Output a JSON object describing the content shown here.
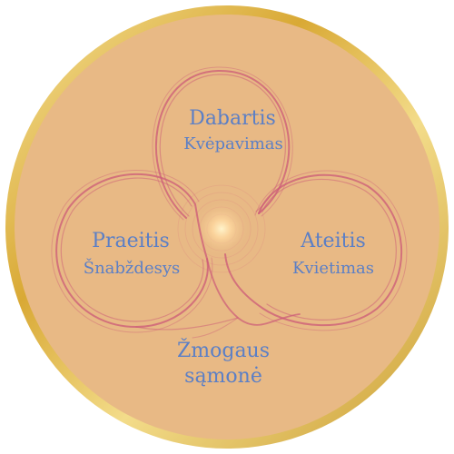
{
  "emblem": {
    "colors": {
      "background": "#e8b985",
      "gold_ring": "#e3c25f",
      "loop_stroke": "#cc5a78",
      "text": "#5b7fc6",
      "center_glow": "#ffe8b0"
    },
    "top": {
      "title": "Dabartis",
      "subtitle": "Kvėpavimas"
    },
    "left": {
      "title": "Praeitis",
      "subtitle": "Šnabždesys"
    },
    "right": {
      "title": "Ateitis",
      "subtitle": "Kvietimas"
    },
    "center": {
      "line1": "Žmogaus",
      "line2": "sąmonė"
    }
  }
}
